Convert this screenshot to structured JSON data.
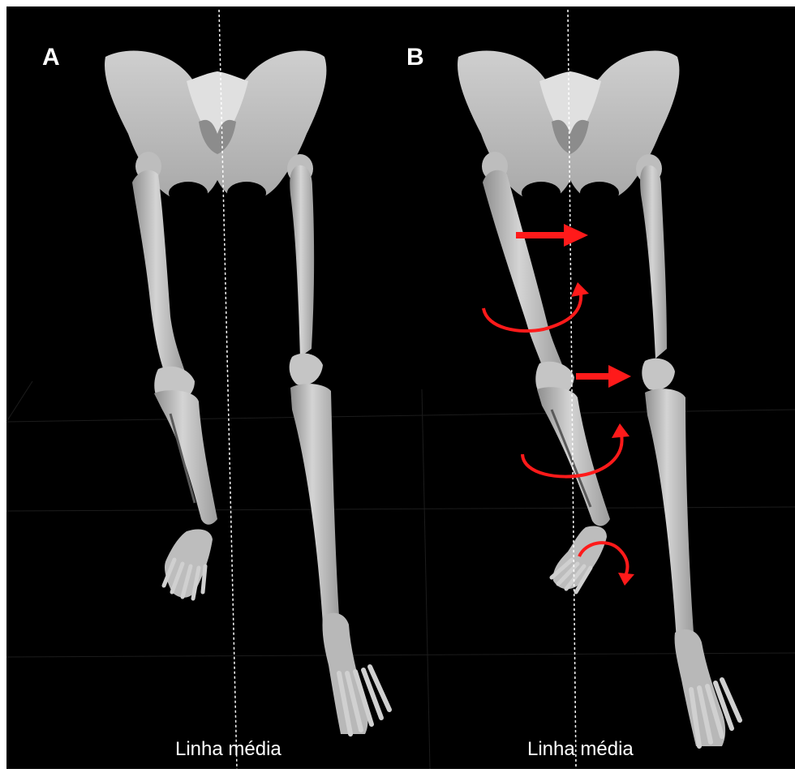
{
  "figure": {
    "panels": [
      {
        "id": "A",
        "label": "A",
        "midline_label": "Linha média",
        "annotated": false
      },
      {
        "id": "B",
        "label": "B",
        "midline_label": "Linha média",
        "annotated": true
      }
    ],
    "colors": {
      "background": "#000000",
      "bone": "#c9c9c9",
      "bone_shade": "#9a9a9a",
      "bone_edge": "#7a7a7a",
      "arrow": "#ff1a1a",
      "midline": "#ffffff",
      "text": "#ffffff"
    },
    "annotation_icons": [
      "straight-arrow-right-icon",
      "curved-rotation-arrow-icon"
    ]
  }
}
